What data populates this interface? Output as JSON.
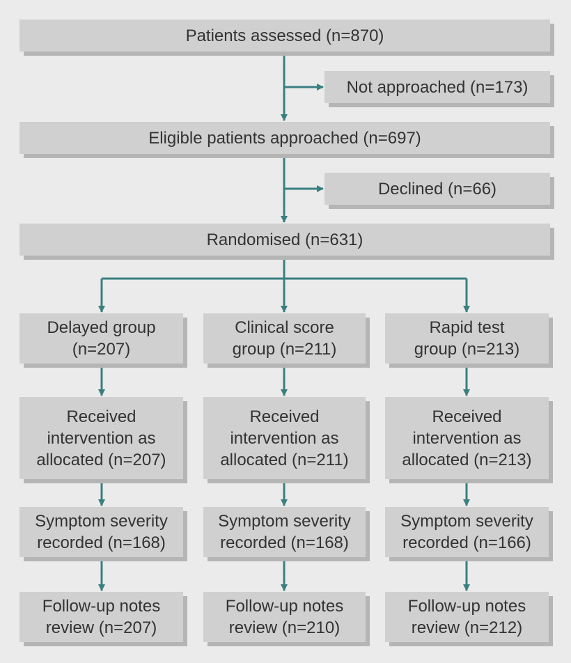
{
  "colors": {
    "background": "#ebebeb",
    "box": "#d0d0d0",
    "shadow": "#b5b5b5",
    "arrow": "#3a7f80"
  },
  "top": {
    "assessed": "Patients assessed (n=870)",
    "not_approached": "Not approached (n=173)",
    "eligible": "Eligible patients approached (n=697)",
    "declined": "Declined (n=66)",
    "randomised": "Randomised (n=631)"
  },
  "groups": [
    {
      "allocation": "Delayed group\n(n=207)",
      "received": "Received\nintervention as\nallocated (n=207)",
      "symptom": "Symptom severity\nrecorded (n=168)",
      "followup": "Follow-up notes\nreview (n=207)"
    },
    {
      "allocation": "Clinical score\ngroup (n=211)",
      "received": "Received\nintervention as\nallocated (n=211)",
      "symptom": "Symptom severity\nrecorded (n=168)",
      "followup": "Follow-up notes\nreview (n=210)"
    },
    {
      "allocation": "Rapid test\ngroup (n=213)",
      "received": "Received\nintervention as\nallocated (n=213)",
      "symptom": "Symptom severity\nrecorded (n=166)",
      "followup": "Follow-up notes\nreview (n=212)"
    }
  ]
}
